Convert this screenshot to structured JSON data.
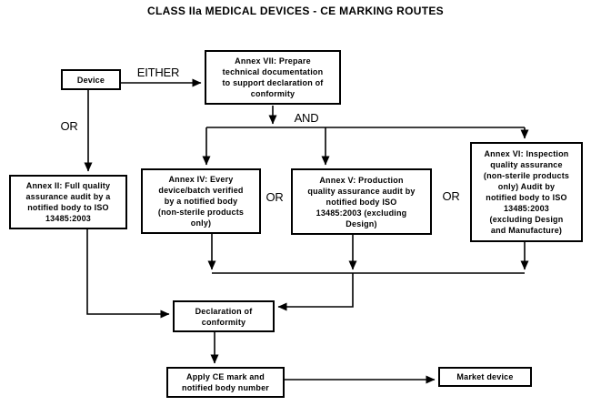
{
  "title": "CLASS IIa MEDICAL DEVICES - CE MARKING ROUTES",
  "colors": {
    "background": "#ffffff",
    "line": "#000000",
    "box_border": "#000000",
    "text": "#000000"
  },
  "connectors": {
    "either": "EITHER",
    "or_device": "OR",
    "and": "AND",
    "or_iv_v": "OR",
    "or_v_vi": "OR"
  },
  "nodes": {
    "device": {
      "label": "Device"
    },
    "annex_vii": {
      "label": "Annex VII: Prepare\ntechnical documentation\nto support declaration of\nconformity"
    },
    "annex_ii": {
      "label": "Annex II: Full quality\nassurance audit by a\nnotified body to ISO\n13485:2003"
    },
    "annex_iv": {
      "label": "Annex IV: Every\ndevice/batch verified\nby a notified body\n(non-sterile products\nonly)"
    },
    "annex_v": {
      "label": "Annex V: Production\nquality assurance audit by\nnotified body ISO\n13485:2003 (excluding\nDesign)"
    },
    "annex_vi": {
      "label": "Annex VI: Inspection\nquality assurance\n(non-sterile products\nonly) Audit by\nnotified body to ISO\n13485:2003\n(excluding Design\nand Manufacture)"
    },
    "declaration": {
      "label": "Declaration of\nconformity"
    },
    "apply_ce": {
      "label": "Apply CE mark and\nnotified body number"
    },
    "market": {
      "label": "Market device"
    }
  }
}
